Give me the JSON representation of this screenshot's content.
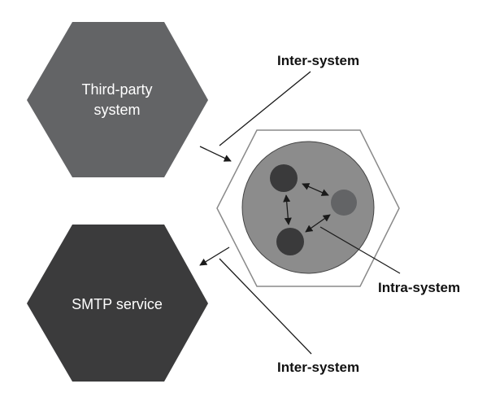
{
  "labels": {
    "third_party_line1": "Third-party",
    "third_party_line2": "system",
    "smtp_service": "SMTP service",
    "inter_system_top": "Inter-system",
    "inter_system_bottom": "Inter-system",
    "intra_system": "Intra-system"
  },
  "colors": {
    "third_party_fill": "#636466",
    "smtp_fill": "#3b3b3c",
    "system_outline": "#8a8a8a",
    "inner_circle": "#8c8c8c",
    "dark_node": "#3a3a3b",
    "light_node": "#636466",
    "arrow": "#1a1a1a"
  }
}
